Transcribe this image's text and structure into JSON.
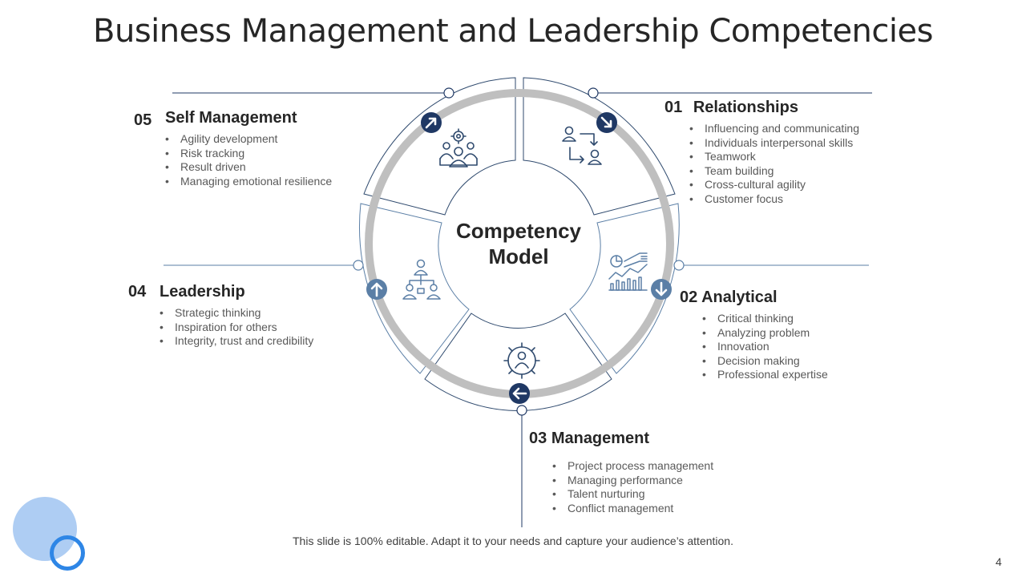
{
  "title": "Business Management and Leadership Competencies",
  "center": {
    "line1": "Competency",
    "line2": "Model"
  },
  "segments": [
    {
      "number": "01",
      "heading": "Relationships",
      "icon": "people-connection-icon",
      "arrow": "arrow-down-right-icon",
      "items": [
        "Influencing and communicating",
        "Individuals interpersonal skills",
        "Teamwork",
        "Team building",
        "Cross-cultural agility",
        "Customer focus"
      ]
    },
    {
      "number": "02",
      "heading": "Analytical",
      "icon": "analytics-chart-icon",
      "arrow": "arrow-down-icon",
      "items": [
        "Critical thinking",
        "Analyzing problem",
        "Innovation",
        "Decision making",
        "Professional expertise"
      ]
    },
    {
      "number": "03",
      "heading": "Management",
      "icon": "gear-user-icon",
      "arrow": "arrow-left-icon",
      "items": [
        "Project process management",
        "Managing performance",
        "Talent nurturing",
        "Conflict management"
      ]
    },
    {
      "number": "04",
      "heading": "Leadership",
      "icon": "org-hierarchy-icon",
      "arrow": "arrow-up-icon",
      "items": [
        "Strategic thinking",
        "Inspiration for others",
        "Integrity, trust and credibility"
      ]
    },
    {
      "number": "05",
      "heading": "Self Management",
      "icon": "team-gear-icon",
      "arrow": "arrow-up-right-icon",
      "items": [
        "Agility development",
        "Risk tracking",
        "Result driven",
        "Managing emotional resilience"
      ]
    }
  ],
  "footer": "This slide is 100% editable. Adapt it to your needs and capture your audience’s attention.",
  "page_number": "4",
  "colors": {
    "navy": "#1f3864",
    "steel": "#5b7fa6",
    "ring": "#bfbfbf",
    "line": "#2f4a6e",
    "accent_light": "#aecdf3",
    "accent": "#2e86e6"
  }
}
